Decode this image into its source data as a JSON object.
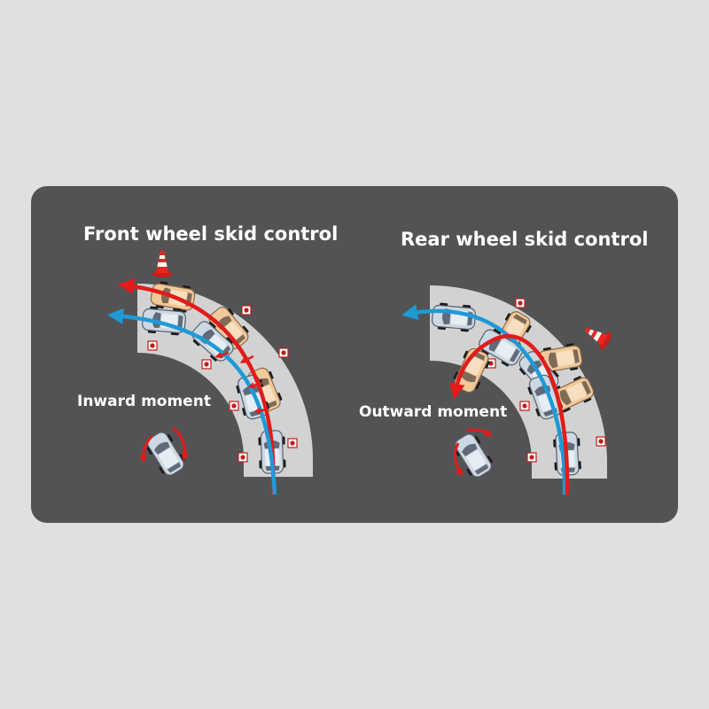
{
  "panels": {
    "front": {
      "title": "Front wheel skid control",
      "moment_label": "Inward moment"
    },
    "rear": {
      "title": "Rear wheel skid control",
      "moment_label": "Outward moment"
    }
  },
  "colors": {
    "background": "#e0e0e0",
    "panel": "#535355",
    "road": "#d2d2d2",
    "skid_path": "#e21b1b",
    "controlled_path": "#1e9ad6",
    "skidding_car": "#f2c99a",
    "controlled_car": "#cdd8e2",
    "cone": "#e8261f"
  },
  "icons": [
    "traffic-cone-icon",
    "marker-sign-icon",
    "rotation-arrow-icon",
    "car-icon"
  ]
}
